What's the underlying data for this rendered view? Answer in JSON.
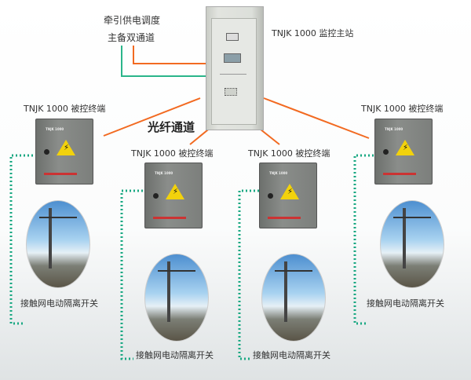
{
  "dispatch": {
    "line1": "牵引供电调度",
    "line2": "主备双通道"
  },
  "master": {
    "label": "TNJK 1000 监控主站"
  },
  "fiber": {
    "label": "光纤通道"
  },
  "terminals": [
    {
      "label": "TNJK 1000 被控终端",
      "switch": "接触网电动隔离开关"
    },
    {
      "label": "TNJK 1000 被控终端",
      "switch": "接触网电动隔离开关"
    },
    {
      "label": "TNJK 1000 被控终端",
      "switch": "接触网电动隔离开关"
    },
    {
      "label": "TNJK 1000 被控终端",
      "switch": "接触网电动隔离开关"
    }
  ],
  "box_caption": "TNJK 1000",
  "colors": {
    "fiber": "#f26a21",
    "backup": "#2bb58a",
    "dotted": "#19a882"
  }
}
